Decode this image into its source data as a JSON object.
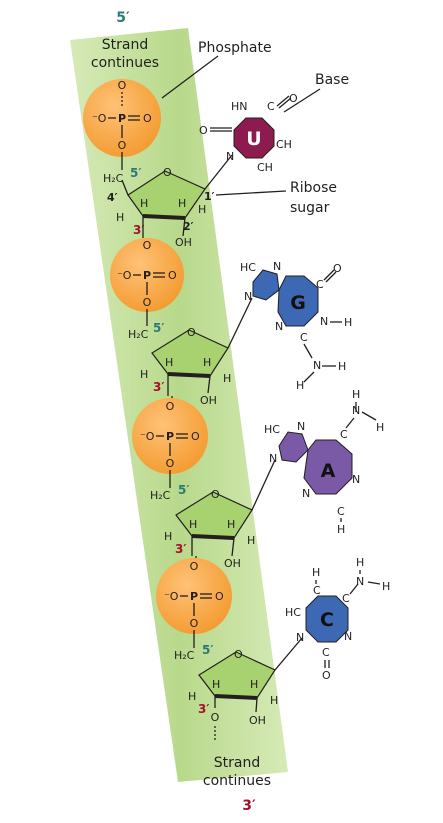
{
  "labels": {
    "five_prime_top": "5′",
    "three_prime_bottom": "3′",
    "strand_top_line1": "Strand",
    "strand_top_line2": "continues",
    "strand_bottom_line1": "Strand",
    "strand_bottom_line2": "continues",
    "phosphate": "Phosphate",
    "base": "Base",
    "ribose_line1": "Ribose",
    "ribose_line2": "sugar"
  },
  "carbon_labels": {
    "five": "5′",
    "four": "4′",
    "three": "3′",
    "two": "2′",
    "one": "1′"
  },
  "atoms": {
    "phosphorus": "P",
    "oxygen": "O",
    "oxygen_minus": "⁻O",
    "hydrogen": "H",
    "nitrogen": "N",
    "carbon": "C",
    "hydroxyl": "OH",
    "ch2": "H₂C",
    "ch": "CH",
    "hc": "HC",
    "hn": "HN"
  },
  "nucleotides": [
    {
      "base": "U",
      "color": "#8e1b4f"
    },
    {
      "base": "G",
      "color": "#3d68b3"
    },
    {
      "base": "A",
      "color": "#7a5aa6"
    },
    {
      "base": "C",
      "color": "#3d68b3"
    }
  ],
  "colors": {
    "strand_band": "#b8d98b",
    "phosphate_fill": "#f7a43c",
    "sugar_fill": "#a8d26f",
    "uracil": "#8e1b4f",
    "guanine": "#3d68b3",
    "adenine": "#7a5aa6",
    "cytosine": "#3d68b3",
    "five_prime": "#2b7a78",
    "three_prime": "#a3122b"
  }
}
